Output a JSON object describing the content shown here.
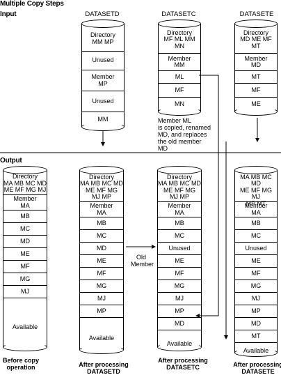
{
  "title": "Multiple Copy Steps",
  "input_label": "Input",
  "output_label": "Output",
  "input": {
    "datasetd": {
      "label": "DATASETD",
      "rows": [
        [
          "Directory",
          "MM MP"
        ],
        [
          "Unused"
        ],
        [
          "Member",
          "MP"
        ],
        [
          "Unused"
        ],
        [
          "MM"
        ]
      ]
    },
    "datasetc": {
      "label": "DATASETC",
      "rows": [
        [
          "Directory",
          "MF ML MM MN"
        ],
        [
          "Member",
          "MM"
        ],
        [
          "ML"
        ],
        [
          "MF"
        ],
        [
          "MN"
        ]
      ]
    },
    "datasete": {
      "label": "DATASETE",
      "rows": [
        [
          "Directory",
          "MD ME MF MT"
        ],
        [
          "Member",
          "MD"
        ],
        [
          "MT"
        ],
        [
          "MF"
        ],
        [
          "ME"
        ]
      ]
    }
  },
  "note_ml": [
    "Member ML",
    "is copied, renamed",
    "MD, and replaces",
    "the old member",
    "MD"
  ],
  "old_member_label": [
    "Old",
    "Member"
  ],
  "output": [
    {
      "rows": [
        [
          "Directory",
          "MA MB MC MD",
          "ME MF MG MJ"
        ],
        [
          "Member",
          "MA"
        ],
        [
          "MB"
        ],
        [
          "MC"
        ],
        [
          "MD"
        ],
        [
          "ME"
        ],
        [
          "MF"
        ],
        [
          "MG"
        ],
        [
          "MJ"
        ],
        [
          "Available"
        ]
      ],
      "caption": [
        "Before copy",
        "operation"
      ]
    },
    {
      "rows": [
        [
          "Directory",
          "MA MB MC MD",
          "ME MF MG",
          "MJ MP"
        ],
        [
          "Member",
          "MA"
        ],
        [
          "MB"
        ],
        [
          "MC"
        ],
        [
          "MD"
        ],
        [
          "ME"
        ],
        [
          "MF"
        ],
        [
          "MG"
        ],
        [
          "MJ"
        ],
        [
          "MP"
        ],
        [
          "Available"
        ]
      ],
      "caption": [
        "After processing",
        "DATASETD"
      ]
    },
    {
      "rows": [
        [
          "Directory",
          "MA MB MC MD",
          "ME MF MG",
          "MJ MP"
        ],
        [
          "Member",
          "MA"
        ],
        [
          "MB"
        ],
        [
          "MC"
        ],
        [
          "Unused"
        ],
        [
          "ME"
        ],
        [
          "MF"
        ],
        [
          "MG"
        ],
        [
          "MJ"
        ],
        [
          "MP"
        ],
        [
          "MD"
        ],
        [
          "Available"
        ]
      ],
      "caption": [
        "After processing",
        "DATASETC"
      ]
    },
    {
      "rows": [
        [
          "Directory",
          "MA MB MC MD",
          "ME MF MG MJ",
          "MP MT"
        ],
        [
          "Member",
          "MA"
        ],
        [
          "MB"
        ],
        [
          "MC"
        ],
        [
          "Unused"
        ],
        [
          "ME"
        ],
        [
          "MF"
        ],
        [
          "MG"
        ],
        [
          "MJ"
        ],
        [
          "MP"
        ],
        [
          "MD"
        ],
        [
          "MT"
        ],
        [
          "Available"
        ]
      ],
      "caption": [
        "After processing",
        "DATASETE"
      ]
    }
  ]
}
